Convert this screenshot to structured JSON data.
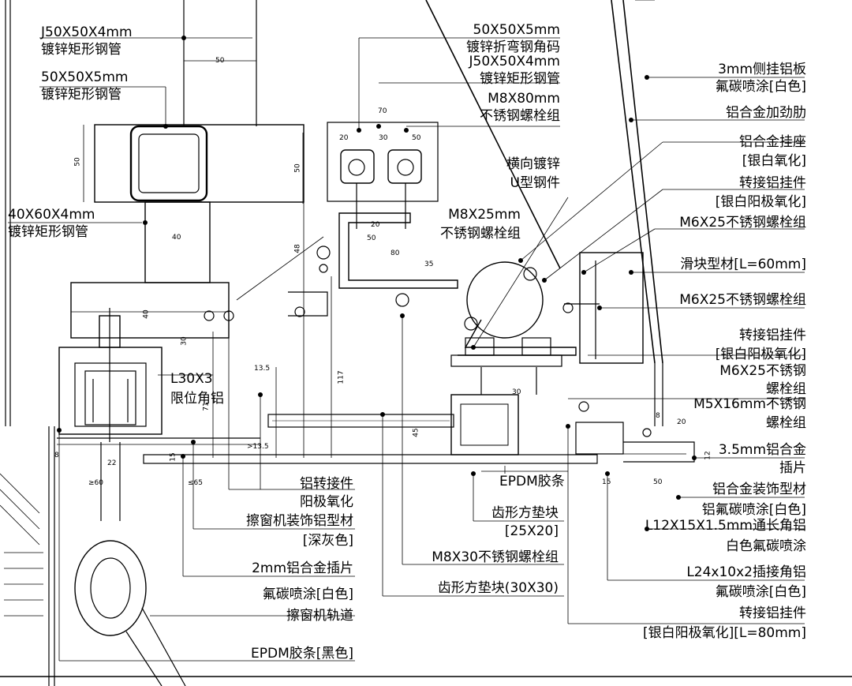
{
  "labels": {
    "tl1a": "J50X50X4mm",
    "tl1b": "镀锌矩形钢管",
    "tl2a": "50X50X5mm",
    "tl2b": "镀锌矩形钢管",
    "tl3a": "40X60X4mm",
    "tl3b": "镀锌矩形钢管",
    "tc1a": "50X50X5mm",
    "tc1b": "镀锌折弯钢角码",
    "tc1c": "J50X50X4mm",
    "tc1d": "镀锌矩形钢管",
    "tc1e": "M8X80mm",
    "tc1f": "不锈钢螺栓组",
    "u1": "横向镀锌",
    "u2": "U型钢件",
    "m825a": "M8X25mm",
    "m825b": "不锈钢螺栓组",
    "r1a": "3mm侧挂铝板",
    "r1b": "氟碳喷涂[白色]",
    "r2": "铝合金加劲肋",
    "r3a": "铝合金挂座",
    "r3b": "[银白氧化]",
    "r4a": "转接铝挂件",
    "r4b": "[银白阳极氧化]",
    "r5": "M6X25不锈钢螺栓组",
    "r6": "滑块型材[L=60mm]",
    "r7": "M6X25不锈钢螺栓组",
    "r8a": "转接铝挂件",
    "r8b": "[银白阳极氧化]",
    "r8c": "M6X25不锈钢",
    "r8d": "螺栓组",
    "r9a": "M5X16mm不锈钢",
    "r9b": "螺栓组",
    "r10a": "3.5mm铝合金",
    "r10b": "插片",
    "r11a": "铝合金装饰型材",
    "r11b": "铝氟碳喷涂[白色]",
    "r12a": "L12X15X1.5mm通长角铝",
    "r12b": "白色氟碳喷涂",
    "r13a": "L24x10x2插接角铝",
    "r13b": "氟碳喷涂[白色]",
    "r13c": "转接铝挂件",
    "r13d": "[银白阳极氧化][L=80mm]",
    "l30a": "L30X3",
    "l30b": "限位角铝",
    "b1": "铝转接件",
    "b2": "阳极氧化",
    "b3": "擦窗机装饰铝型材",
    "b4": "[深灰色]",
    "b5": "2mm铝合金插片",
    "b6": "氟碳喷涂[白色]",
    "b7": "擦窗机轨道",
    "b8": "EPDM胶条[黑色]",
    "epdm": "EPDM胶条",
    "c1a": "齿形方垫块",
    "c1b": "[25X20]",
    "c2": "M8X30不锈钢螺栓组",
    "c3": "齿形方垫块(30X30)"
  },
  "dims": {
    "d50a": "50",
    "d50b": "50",
    "d50c": "50",
    "d40a": "40",
    "d40b": "40",
    "d70": "70",
    "d20a": "20",
    "d30a": "30",
    "d50d": "50",
    "d20b": "20",
    "d50e": "50",
    "d48": "48",
    "d80": "80",
    "d35": "35",
    "d30b": "30",
    "d13a": "13.5",
    "d117": "117",
    "d45": "45",
    "d13b": ">13.5",
    "d15a": "15",
    "d8a": "8",
    "d22": "22",
    "d60": "≥60",
    "d65": "≤65",
    "d71": "71",
    "d30c": "30",
    "d15b": "15",
    "d50f": "50",
    "d20c": "20",
    "d12": "12",
    "d8b": "8"
  }
}
